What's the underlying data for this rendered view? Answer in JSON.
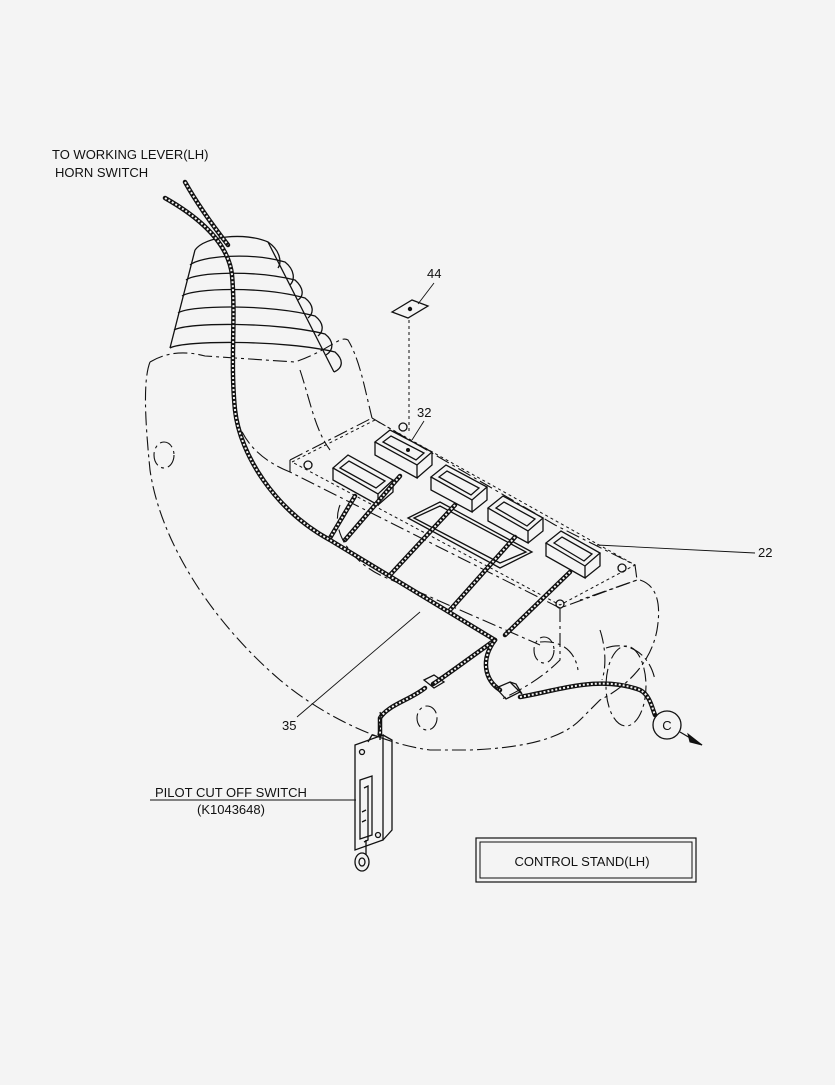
{
  "diagram": {
    "title_box": "CONTROL STAND(LH)",
    "labels": {
      "working_lever_line1": "TO WORKING LEVER(LH)",
      "working_lever_line2": "HORN SWITCH",
      "pilot_switch_name": "PILOT CUT OFF SWITCH",
      "pilot_switch_part": "(K1043648)",
      "connector_ref": "C"
    },
    "callouts": {
      "c44": "44",
      "c32": "32",
      "c22": "22",
      "c35": "35"
    }
  }
}
